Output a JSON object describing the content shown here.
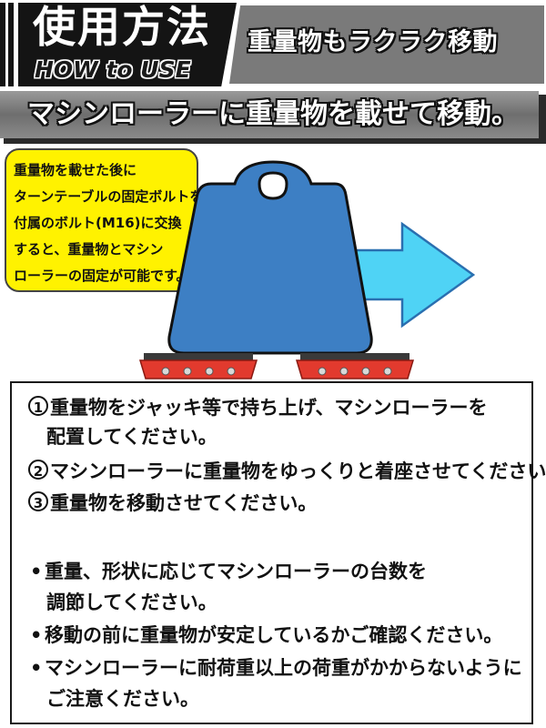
{
  "header": {
    "title_jp": "使用方法",
    "title_en": "HOW to USE",
    "tagline": "重量物もラクラク移動"
  },
  "banner": {
    "text": "マシンローラーに重量物を載せて移動。"
  },
  "note": {
    "lines": [
      "重量物を載せた後に",
      "ターンテーブルの固定ボルトを",
      "付属のボルト(M16)に交換",
      "すると、重量物とマシン",
      "ローラーの固定が可能です。"
    ]
  },
  "colors": {
    "weight_fill": "#3d7fc4",
    "arrow_fill": "#4fd3f5",
    "roller_red": "#e23a2e",
    "note_yellow": "#fff200"
  },
  "steps": [
    {
      "num": "1",
      "text": "重量物をジャッキ等で持ち上げ、マシンローラーを",
      "cont": "配置してください。"
    },
    {
      "num": "2",
      "text": "マシンローラーに重量物をゆっくりと着座させてください。"
    },
    {
      "num": "3",
      "text": "重量物を移動させてください。"
    }
  ],
  "notes_list": [
    {
      "text": "重量、形状に応じてマシンローラーの台数を",
      "cont": "調節してください。"
    },
    {
      "text": "移動の前に重量物が安定しているかご確認ください。"
    },
    {
      "text": "マシンローラーに耐荷重以上の荷重がかからないように",
      "cont": "ご注意ください。"
    }
  ]
}
